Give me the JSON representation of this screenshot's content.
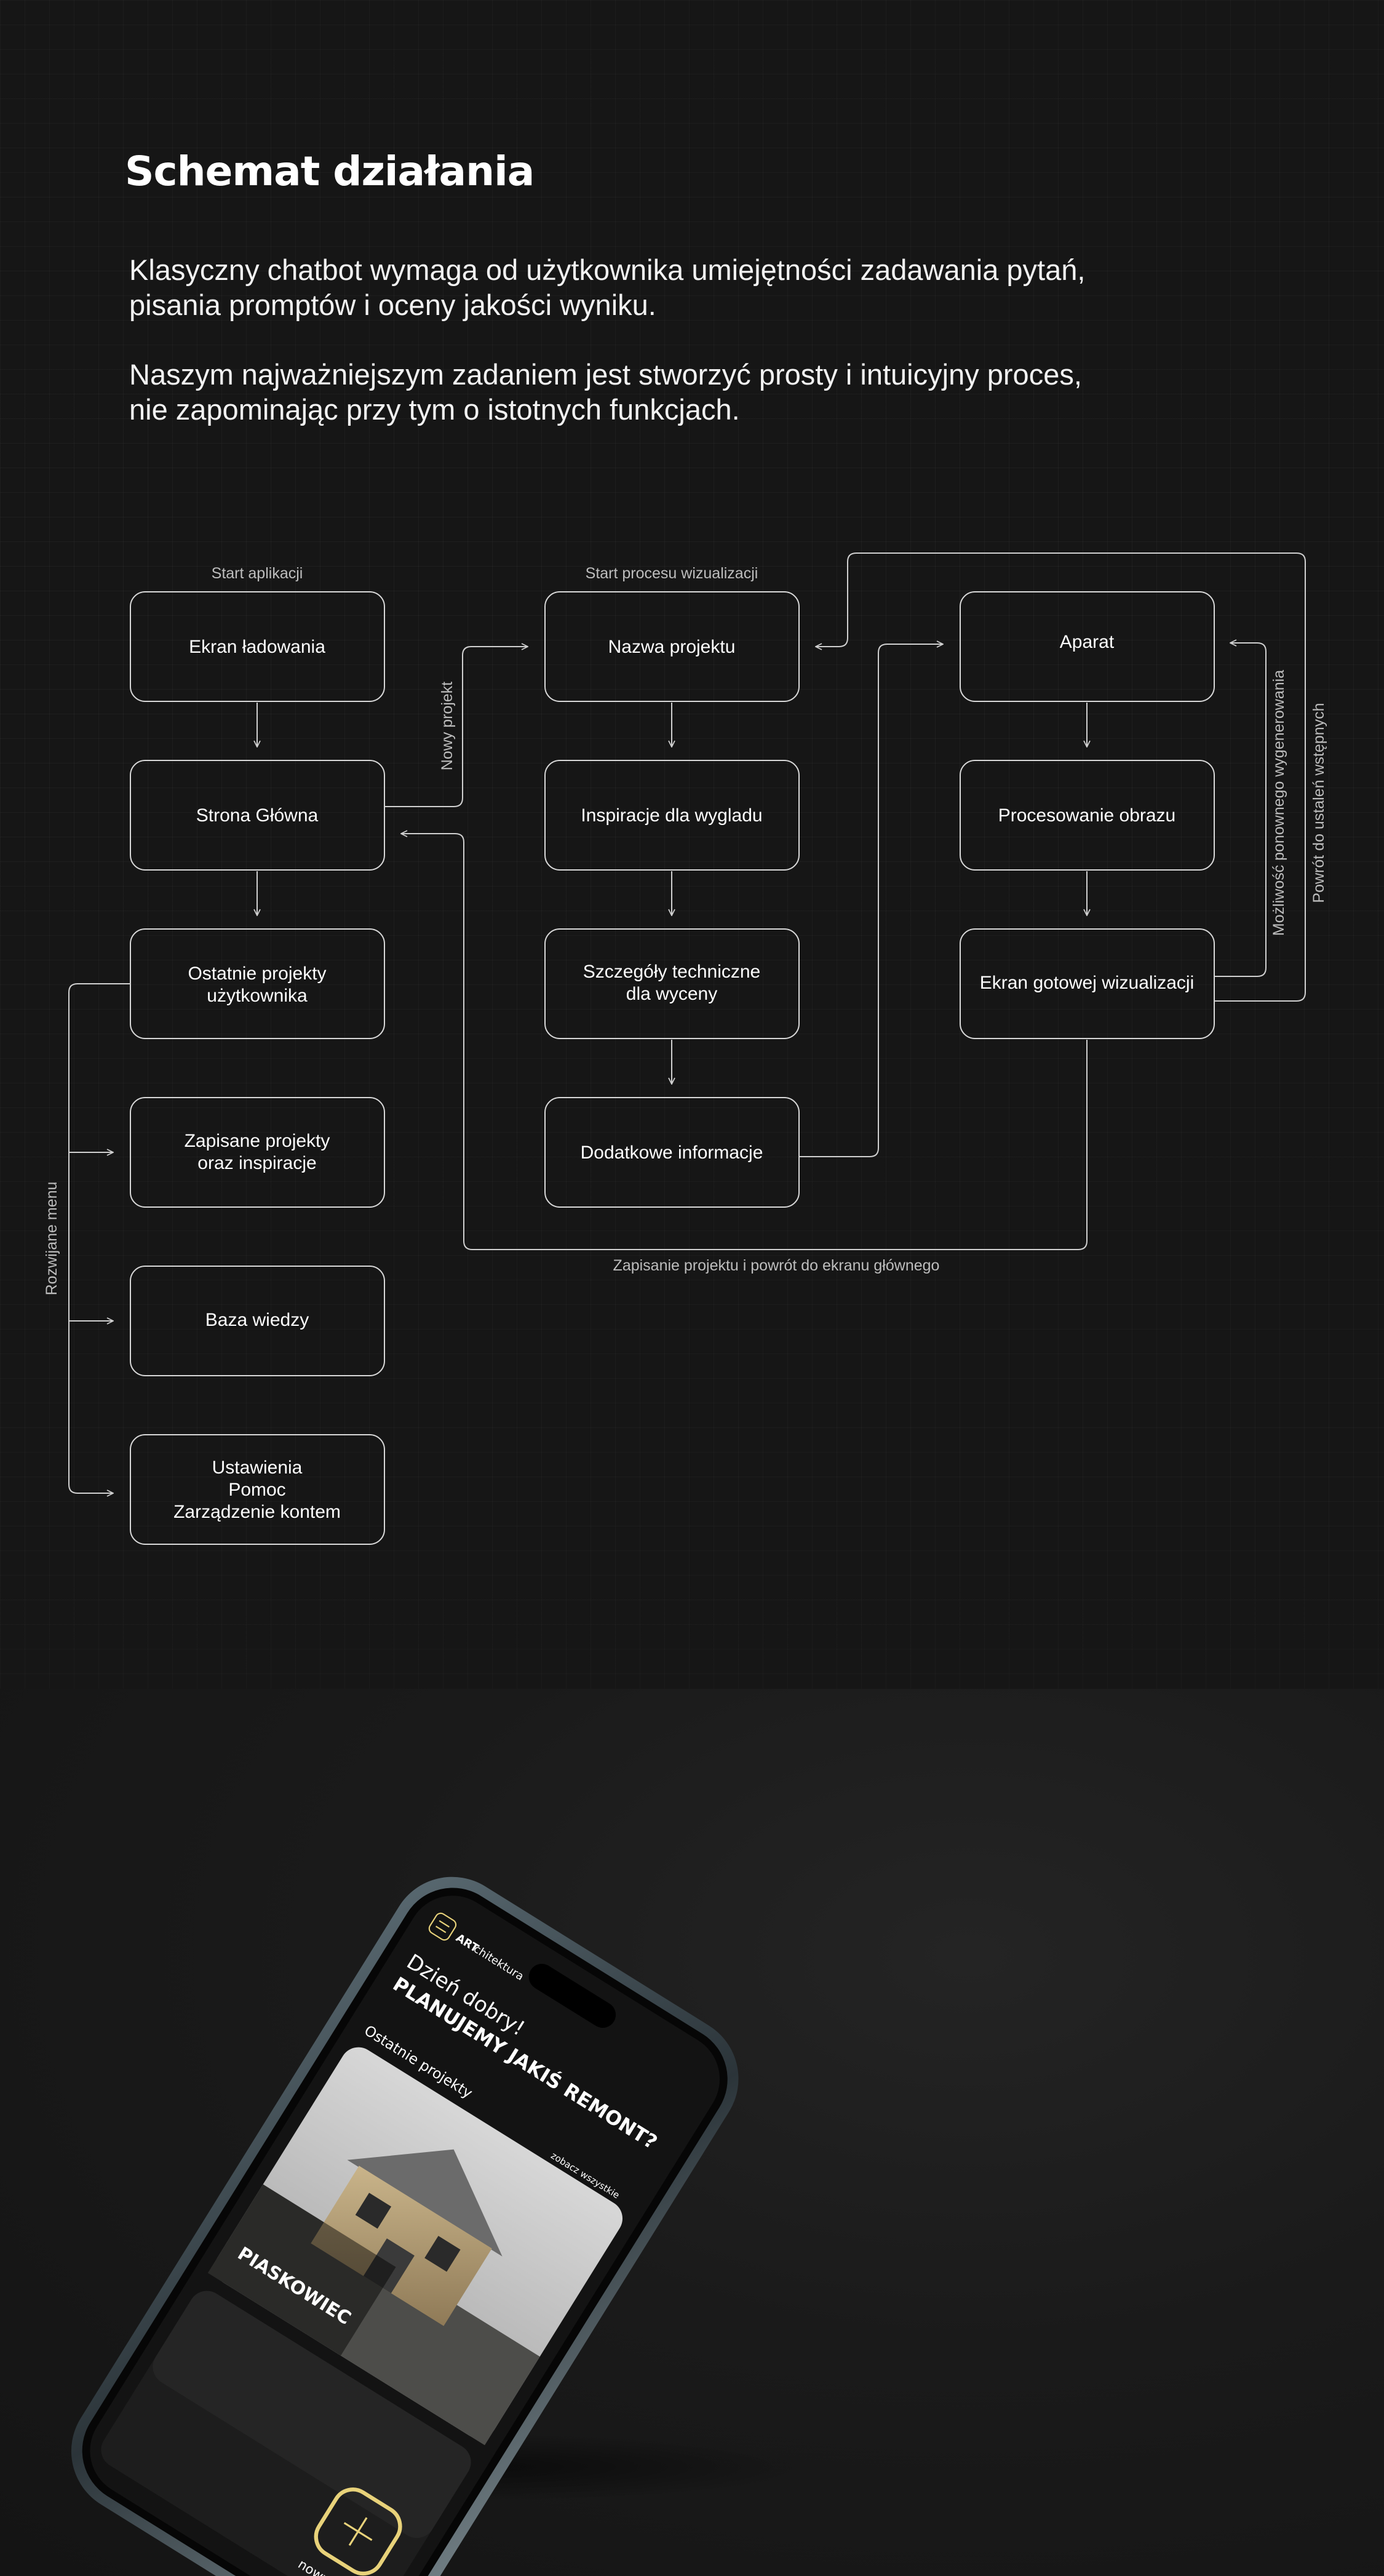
{
  "header": {
    "title": "Schemat działania",
    "intro_p1_line1": "Klasyczny chatbot wymaga od użytkownika umiejętności zadawania pytań,",
    "intro_p1_line2": "pisania promptów i oceny jakości wyniku.",
    "intro_p2_line1": "Naszym najważniejszym zadaniem jest stworzyć prosty i intuicyjny proces,",
    "intro_p2_line2": "nie zapominając przy tym o istotnych funkcjach."
  },
  "diagram": {
    "section_labels": {
      "start_app": "Start aplikacji",
      "start_visualization": "Start procesu wizualizacji"
    },
    "col1": {
      "loading": "Ekran ładowania",
      "home": "Strona Główna",
      "recent_l1": "Ostatnie projekty",
      "recent_l2": "użytkownika",
      "saved_l1": "Zapisane projekty",
      "saved_l2": "oraz inspiracje",
      "knowledge": "Baza wiedzy",
      "settings_l1": "Ustawienia",
      "settings_l2": "Pomoc",
      "settings_l3": "Zarządzenie kontem"
    },
    "col2": {
      "project_name": "Nazwa projektu",
      "inspiration": "Inspiracje dla wygladu",
      "details_l1": "Szczegóły techniczne",
      "details_l2": "dla wyceny",
      "extra": "Dodatkowe informacje"
    },
    "col3": {
      "camera": "Aparat",
      "processing": "Procesowanie obrazu",
      "result": "Ekran gotowej wizualizacji"
    },
    "edge_labels": {
      "new_project": "Nowy projekt",
      "menu": "Rozwijane menu",
      "save_return": "Zapisanie projektu i powrót do ekranu głównego",
      "regenerate": "Możliwość ponownego  wygenerowania",
      "back_to_settings": "Powrót do ustaleń wstępnych"
    }
  },
  "phone": {
    "brand_bold": "ART",
    "brand_rest": "chitektura",
    "greeting": "Dzień dobry!",
    "headline": "PLANUJEMY JAKIŚ REMONT?",
    "recent_label": "Ostatnie projekty",
    "see_all": "zobacz wszystkie",
    "project_name": "PIASKOWIEC",
    "new_project": "nowy projekt"
  },
  "colors": {
    "background": "#161616",
    "line": "#d0d0d0",
    "accent_gold": "#e8d27a"
  }
}
